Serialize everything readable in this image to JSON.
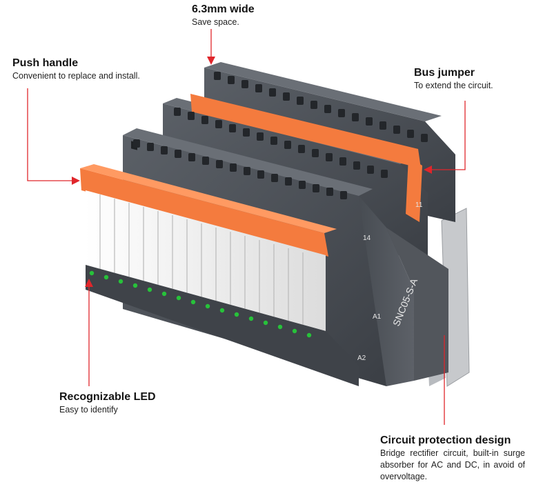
{
  "colors": {
    "accent": "#e0262b",
    "housing": "#4a4f55",
    "handle": "#f47b3e",
    "led": "#27c23a",
    "relay_body": "#f2f2f2"
  },
  "callouts": {
    "width": {
      "title": "6.3mm wide",
      "desc": "Save space."
    },
    "push": {
      "title": "Push handle",
      "desc": "Convenient to replace and install."
    },
    "bus": {
      "title": "Bus jumper",
      "desc": "To extend the circuit."
    },
    "led": {
      "title": "Recognizable LED",
      "desc": "Easy to identify"
    },
    "circuit": {
      "title": "Circuit protection design",
      "desc": "Bridge rectifier circuit, built-in surge absorber for AC and DC, in avoid of overvoltage."
    }
  },
  "product": {
    "model_label": "SNC05-S-A",
    "terminal_labels": [
      "14",
      "11",
      "A1",
      "A2"
    ]
  }
}
